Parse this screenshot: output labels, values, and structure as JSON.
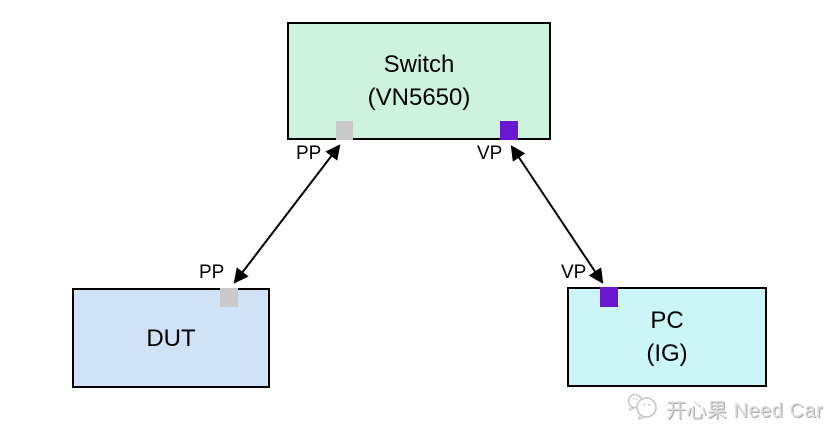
{
  "page": {
    "background": "#ffffff"
  },
  "diagram": {
    "nodes": {
      "switch": {
        "title": "Switch",
        "subtitle": "(VN5650)"
      },
      "dut": {
        "title": "DUT"
      },
      "pc": {
        "title": "PC",
        "subtitle": "(IG)"
      }
    },
    "port_labels": {
      "switch_pp": "PP",
      "switch_vp": "VP",
      "dut_pp": "PP",
      "pc_vp": "VP"
    },
    "connections": [
      {
        "from": "DUT.PP",
        "to": "Switch.PP",
        "style": "double-headed-arrow"
      },
      {
        "from": "Switch.VP",
        "to": "PC.VP",
        "style": "double-headed-arrow"
      }
    ],
    "colors": {
      "switch_fill": "#cdf2de",
      "dut_fill": "#cfe2f6",
      "pc_fill": "#ccf5f8",
      "pp_port": "#c9c9c9",
      "vp_port": "#6a17d2",
      "node_border": "#000000",
      "arrow": "#000000"
    }
  },
  "watermark": {
    "icon": "wechat-bubbles-icon",
    "text": "开心果 Need Car",
    "color": "#dedede"
  }
}
